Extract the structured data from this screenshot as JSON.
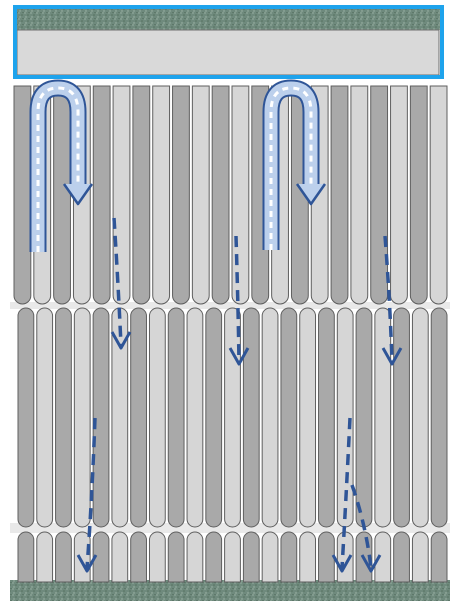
{
  "diagram": {
    "description_free": true,
    "colors": {
      "substrate_texture": "#6f8a7d",
      "frame_highlight": "#1ea3ec",
      "top_plate": "#d9d9d9",
      "column_light": "#d6d6d6",
      "column_dark": "#a9a9a9",
      "column_outline": "#5f5f5f",
      "layer_gap": "#e9e9e9",
      "flow_arrow": "#2f5597",
      "uturn_fill": "#bcd0ec",
      "uturn_dash": "#ffffff"
    },
    "layers": [
      {
        "name": "upper-columns",
        "columns": 22
      },
      {
        "name": "middle-columns",
        "columns": 23
      },
      {
        "name": "lower-columns",
        "columns": 23
      }
    ],
    "flow_arrows": [
      {
        "name": "flow-arrow-1"
      },
      {
        "name": "flow-arrow-2"
      },
      {
        "name": "flow-arrow-3"
      },
      {
        "name": "flow-arrow-4"
      },
      {
        "name": "flow-arrow-5"
      },
      {
        "name": "flow-arrow-6"
      }
    ],
    "u_turn_arrows": [
      {
        "name": "u-turn-arrow-left"
      },
      {
        "name": "u-turn-arrow-right"
      }
    ]
  }
}
